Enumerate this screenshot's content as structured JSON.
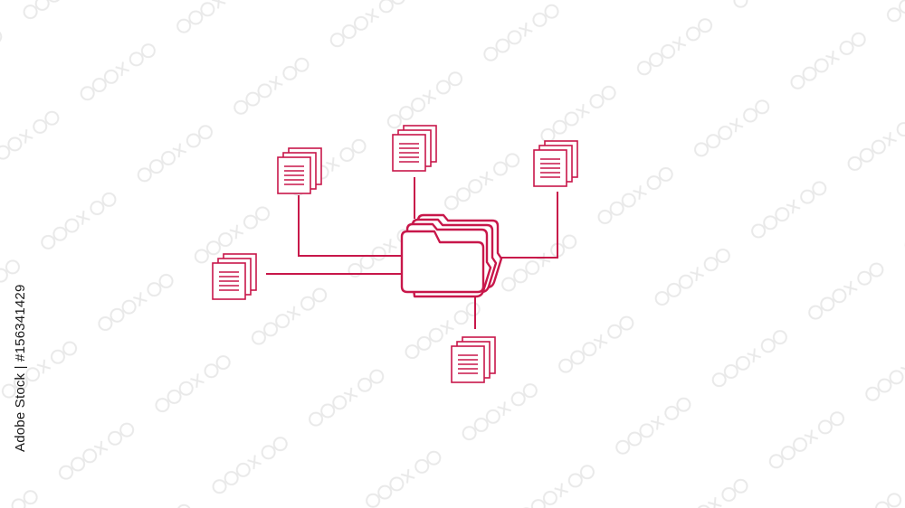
{
  "diagram": {
    "hub": {
      "name": "folder-icon"
    },
    "nodes": [
      {
        "name": "document-stack-top-left"
      },
      {
        "name": "document-stack-top"
      },
      {
        "name": "document-stack-top-right"
      },
      {
        "name": "document-stack-left"
      },
      {
        "name": "document-stack-bottom"
      }
    ]
  },
  "watermark": {
    "stock_id": "Adobe Stock | #156341429"
  },
  "colors": {
    "accent": "#c8174a",
    "watermark": "#e6e6e6",
    "background": "#ffffff"
  }
}
